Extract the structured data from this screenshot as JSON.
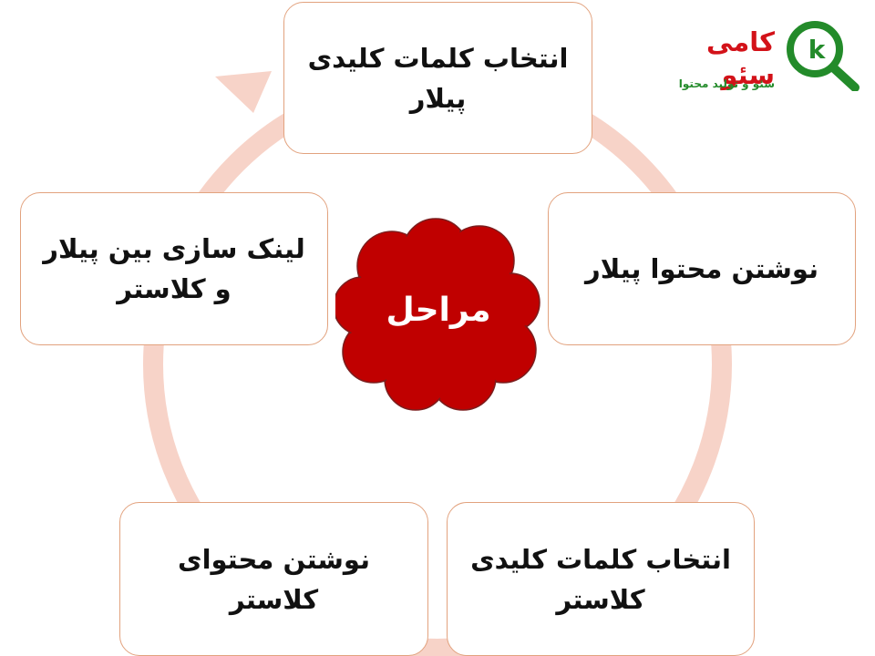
{
  "colors": {
    "ring": "#f7d3c8",
    "box_border": "#e2a27e",
    "cloud_fill": "#c00000",
    "cloud_stroke": "#7b1d1d",
    "logo_red": "#d31219",
    "logo_green": "#238b2a"
  },
  "logo": {
    "name": "کامی سئو",
    "tagline": "سئو و تولید محتوا",
    "icon_letter": "k",
    "icon": "magnifier-icon"
  },
  "center": {
    "label": "مراحل"
  },
  "steps": [
    {
      "text": "انتخاب کلمات کلیدی پیلار"
    },
    {
      "text": "نوشتن محتوا پیلار"
    },
    {
      "text": "انتخاب کلمات کلیدی\nکلاستر"
    },
    {
      "text": "نوشتن محتوای کلاستر"
    },
    {
      "text": "لینک سازی بین پیلار\nو کلاستر"
    }
  ]
}
